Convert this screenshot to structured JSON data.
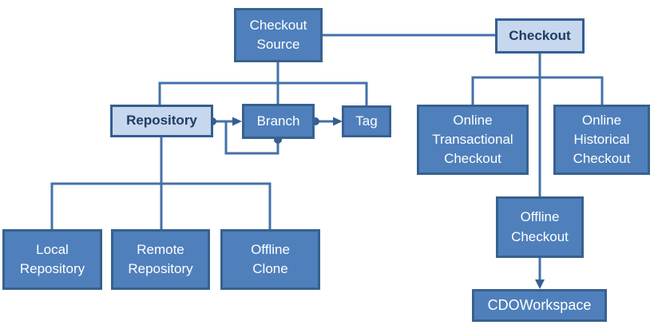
{
  "diagram": {
    "colors": {
      "node_fill_dark": "#4F80BC",
      "node_border_dark": "#38618F",
      "node_fill_light": "#C7D7ED",
      "node_border_light": "#345E92",
      "node_text_dark_nodes": "#FFFFFF",
      "node_text_light_nodes": "#1F3C64",
      "connector_line": "#4471A8",
      "connector_end": "#365F91",
      "background": "#FFFFFF"
    },
    "nodes": {
      "checkout_source": {
        "label": "Checkout\nSource",
        "style": "dark"
      },
      "checkout": {
        "label": "Checkout",
        "style": "light"
      },
      "repository": {
        "label": "Repository",
        "style": "light"
      },
      "branch": {
        "label": "Branch",
        "style": "dark"
      },
      "tag": {
        "label": "Tag",
        "style": "dark"
      },
      "local_repository": {
        "label": "Local\nRepository",
        "style": "dark"
      },
      "remote_repository": {
        "label": "Remote\nRepository",
        "style": "dark"
      },
      "offline_clone": {
        "label": "Offline\nClone",
        "style": "dark"
      },
      "online_transactional_checkout": {
        "label": "Online\nTransactional\nCheckout",
        "style": "dark"
      },
      "online_historical_checkout": {
        "label": "Online\nHistorical\nCheckout",
        "style": "dark"
      },
      "offline_checkout": {
        "label": "Offline\nCheckout",
        "style": "dark"
      },
      "cdoworkspace": {
        "label": "CDOWorkspace",
        "style": "dark"
      }
    },
    "edges": [
      {
        "from": "checkout_source",
        "to": "checkout",
        "type": "association-line"
      },
      {
        "from": "checkout_source",
        "to": "repository",
        "type": "tree-branch"
      },
      {
        "from": "checkout_source",
        "to": "branch",
        "type": "tree-branch"
      },
      {
        "from": "checkout_source",
        "to": "tag",
        "type": "tree-branch"
      },
      {
        "from": "repository",
        "to": "branch",
        "type": "ball-and-arrow"
      },
      {
        "from": "branch",
        "to": "branch",
        "type": "ball-and-arrow-self-loop"
      },
      {
        "from": "branch",
        "to": "tag",
        "type": "ball-and-arrow"
      },
      {
        "from": "repository",
        "to": "local_repository",
        "type": "tree-branch"
      },
      {
        "from": "repository",
        "to": "remote_repository",
        "type": "tree-branch"
      },
      {
        "from": "repository",
        "to": "offline_clone",
        "type": "tree-branch"
      },
      {
        "from": "checkout",
        "to": "online_transactional_checkout",
        "type": "tree-branch"
      },
      {
        "from": "checkout",
        "to": "online_historical_checkout",
        "type": "tree-branch"
      },
      {
        "from": "checkout",
        "to": "offline_checkout",
        "type": "tree-branch"
      },
      {
        "from": "offline_checkout",
        "to": "cdoworkspace",
        "type": "arrow"
      }
    ]
  }
}
